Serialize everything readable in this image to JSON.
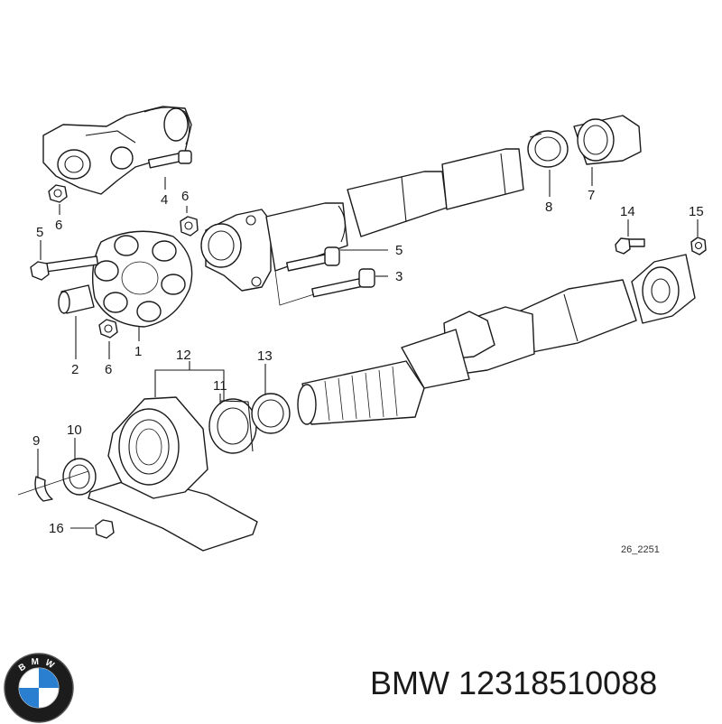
{
  "diagram": {
    "callouts": [
      {
        "id": "c4",
        "label": "4"
      },
      {
        "id": "c6a",
        "label": "6"
      },
      {
        "id": "c6b",
        "label": "6"
      },
      {
        "id": "c5a",
        "label": "5"
      },
      {
        "id": "c5b",
        "label": "5"
      },
      {
        "id": "c3",
        "label": "3"
      },
      {
        "id": "c8",
        "label": "8"
      },
      {
        "id": "c7",
        "label": "7"
      },
      {
        "id": "c14",
        "label": "14"
      },
      {
        "id": "c15",
        "label": "15"
      },
      {
        "id": "c2",
        "label": "2"
      },
      {
        "id": "c6c",
        "label": "6"
      },
      {
        "id": "c1",
        "label": "1"
      },
      {
        "id": "c12",
        "label": "12"
      },
      {
        "id": "c11",
        "label": "11"
      },
      {
        "id": "c13",
        "label": "13"
      },
      {
        "id": "c9",
        "label": "9"
      },
      {
        "id": "c10",
        "label": "10"
      },
      {
        "id": "c16",
        "label": "16"
      }
    ],
    "reference_code": "26_2251"
  },
  "caption": {
    "brand": "BMW",
    "part_number": "12318510088"
  },
  "logo": {
    "letters": "BMW",
    "colors": {
      "ring": "#1c1c1c",
      "blue": "#2a7fd0",
      "white": "#ffffff"
    }
  }
}
